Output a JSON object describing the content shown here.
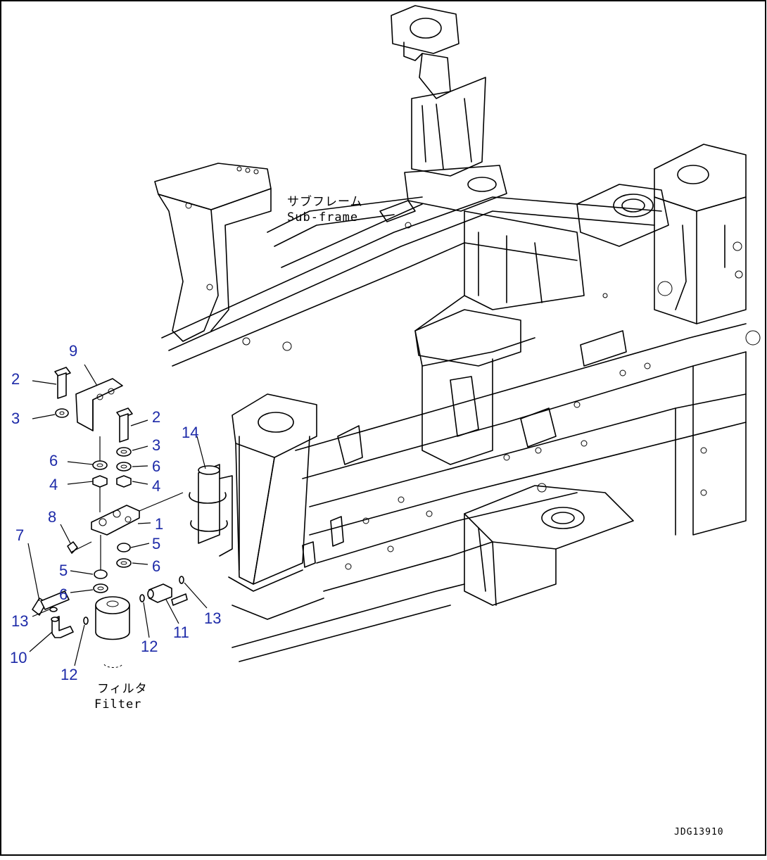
{
  "diagram": {
    "drawing_id": "JDG13910",
    "frame_label_jp": "サブフレーム",
    "frame_label_en": "Sub-frame",
    "filter_label_jp": "フィルタ",
    "filter_label_en": "Filter",
    "colors": {
      "callout": "#1d2aa8",
      "line": "#000000",
      "background": "#ffffff"
    },
    "callouts": [
      {
        "id": "c9",
        "label": "9"
      },
      {
        "id": "c2a",
        "label": "2"
      },
      {
        "id": "c3a",
        "label": "3"
      },
      {
        "id": "c2b",
        "label": "2"
      },
      {
        "id": "c3b",
        "label": "3"
      },
      {
        "id": "c14",
        "label": "14"
      },
      {
        "id": "c6a",
        "label": "6"
      },
      {
        "id": "c6b",
        "label": "6"
      },
      {
        "id": "c4a",
        "label": "4"
      },
      {
        "id": "c4b",
        "label": "4"
      },
      {
        "id": "c8",
        "label": "8"
      },
      {
        "id": "c1",
        "label": "1"
      },
      {
        "id": "c7",
        "label": "7"
      },
      {
        "id": "c5a",
        "label": "5"
      },
      {
        "id": "c5b",
        "label": "5"
      },
      {
        "id": "c6c",
        "label": "6"
      },
      {
        "id": "c6d",
        "label": "6"
      },
      {
        "id": "c13a",
        "label": "13"
      },
      {
        "id": "c13b",
        "label": "13"
      },
      {
        "id": "c11",
        "label": "11"
      },
      {
        "id": "c10",
        "label": "10"
      },
      {
        "id": "c12a",
        "label": "12"
      },
      {
        "id": "c12b",
        "label": "12"
      }
    ]
  }
}
